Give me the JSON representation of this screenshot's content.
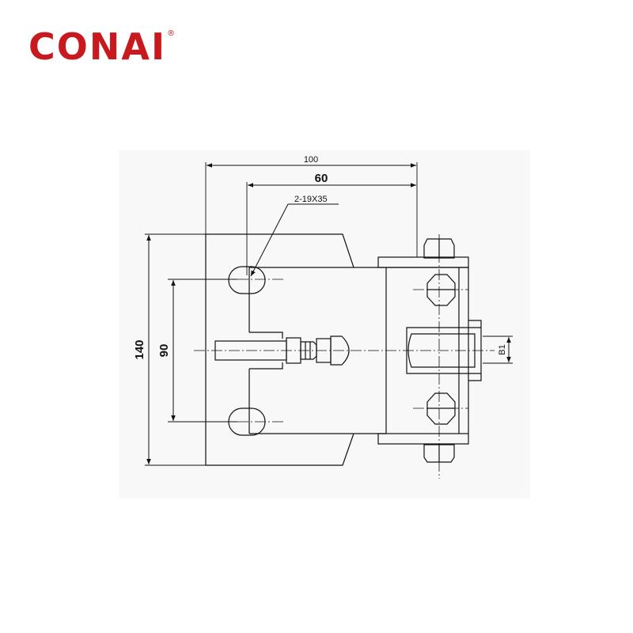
{
  "brand": {
    "name": "CONAI",
    "registered_mark": "®",
    "color": "#c8191e"
  },
  "drawing": {
    "dimensions": {
      "overall_width": "100",
      "hole_spacing_horizontal": "60",
      "slot_callout": "2-19X35",
      "overall_height": "140",
      "slot_spacing_vertical": "90",
      "clevis_width": "B1"
    }
  }
}
